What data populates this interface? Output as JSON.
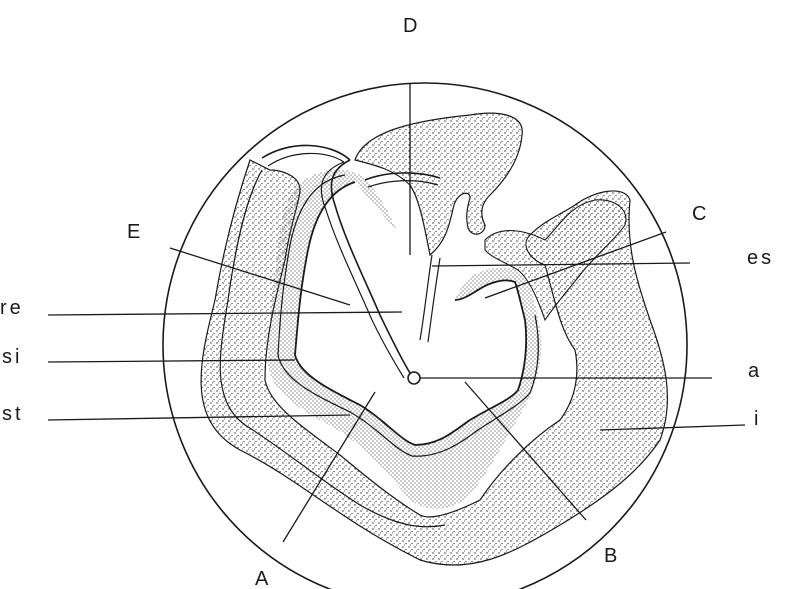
{
  "sector_labels": {
    "D": "D",
    "C": "C",
    "E": "E",
    "A": "A",
    "B": "B"
  },
  "right_labels": {
    "es": "es",
    "a": "a",
    "i": "i"
  },
  "left_labels": {
    "re": "re",
    "si": "si",
    "st": "st"
  },
  "colors": {
    "ink": "#1a1a1a",
    "stipple": "#2b2b2b",
    "background": "#ffffff"
  }
}
